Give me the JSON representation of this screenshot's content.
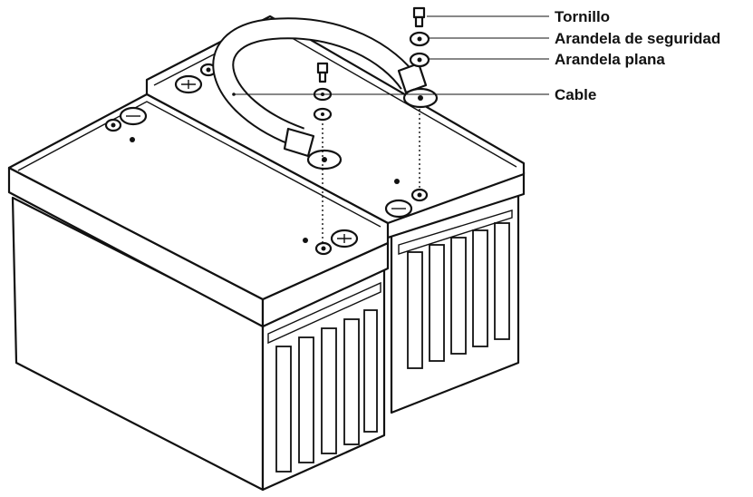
{
  "labels": {
    "bolt": "Tornillo",
    "lock_washer": "Arandela de seguridad",
    "flat_washer": "Arandela plana",
    "cable": "Cable"
  },
  "colors": {
    "line": "#111111",
    "background": "#ffffff"
  }
}
